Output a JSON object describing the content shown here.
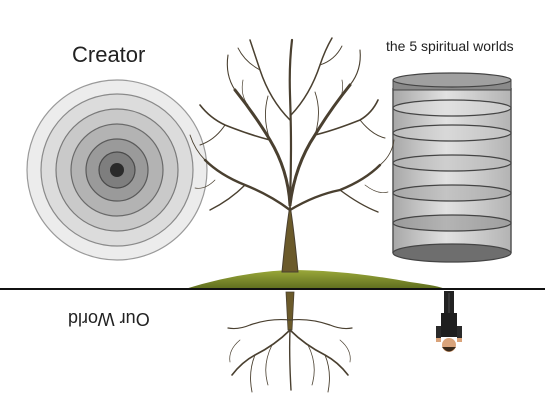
{
  "labels": {
    "creator": "Creator",
    "spiritual_worlds": "the 5 spiritual worlds",
    "our_world": "Our World"
  },
  "colors": {
    "background": "#ffffff",
    "horizon_line": "#111111",
    "ground": "#7a8a2a",
    "trunk": "#6b5a2a",
    "branches": "#4a4030",
    "circle_outer": "#e6e6e6",
    "circle_center": "#2a2a2a",
    "cylinder_body": "#bdbdbd",
    "cylinder_rim": "#555555"
  },
  "diagram": {
    "creator_rings": 6,
    "spiritual_world_layers": 5
  }
}
